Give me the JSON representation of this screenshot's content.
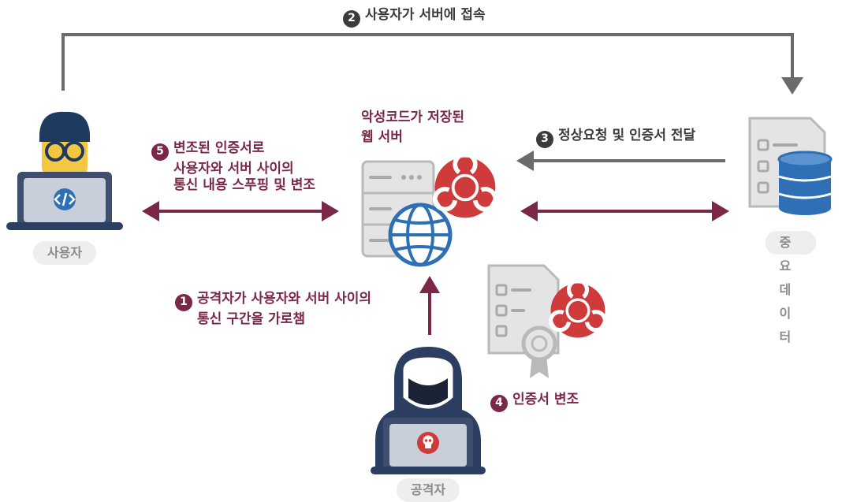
{
  "steps": {
    "s1": {
      "num": "1",
      "lines": [
        "공격자가 사용자와 서버 사이의",
        "통신 구간을 가로챔"
      ]
    },
    "s2": {
      "num": "2",
      "text": "사용자가 서버에 접속"
    },
    "s3": {
      "num": "3",
      "text": "정상요청 및 인증서 전달"
    },
    "s4": {
      "num": "4",
      "text": "인증서 변조"
    },
    "s5": {
      "num": "5",
      "lines": [
        "변조된 인증서로",
        "사용자와 서버 사이의",
        "통신 내용 스푸핑 및 변조"
      ]
    }
  },
  "server_label": [
    "악성코드가 저장된",
    "웹 서버"
  ],
  "actors": {
    "user": "사용자",
    "data": "중요데이터",
    "attacker": "공격자"
  },
  "colors": {
    "maroon": "#7b2848",
    "dark": "#3b3b3b",
    "grey_line": "#6b6b6b",
    "red": "#cf3a3a",
    "blue": "#2f6fb6",
    "skin": "#f4c743",
    "navy": "#1f3a5f"
  },
  "icons": {
    "user": "developer-user-icon",
    "server": "web-server-icon",
    "globe": "globe-icon",
    "biohazard": "biohazard-icon",
    "database": "database-icon",
    "certificate": "certificate-icon",
    "attacker": "hooded-hacker-icon",
    "skull": "skull-icon"
  }
}
